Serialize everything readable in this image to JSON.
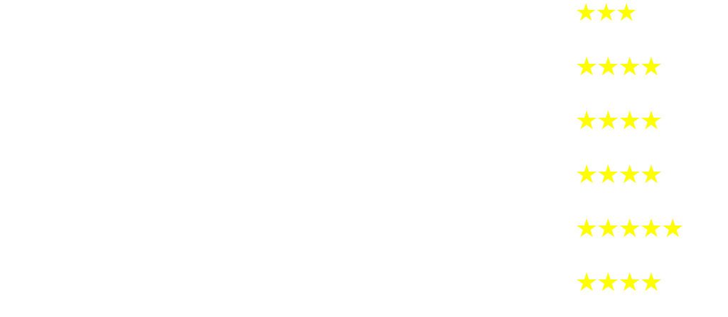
{
  "ratings": [
    {
      "stars": 3,
      "max": 5,
      "color": "#ffff00",
      "icon": "star-icon"
    },
    {
      "stars": 4,
      "max": 5,
      "color": "#ffff00",
      "icon": "star-icon"
    },
    {
      "stars": 4,
      "max": 5,
      "color": "#ffff00",
      "icon": "star-icon"
    },
    {
      "stars": 4,
      "max": 5,
      "color": "#ffff00",
      "icon": "star-icon"
    },
    {
      "stars": 5,
      "max": 5,
      "color": "#ffff00",
      "icon": "star-icon"
    },
    {
      "stars": 4,
      "max": 5,
      "color": "#ffff00",
      "icon": "star-icon"
    }
  ]
}
